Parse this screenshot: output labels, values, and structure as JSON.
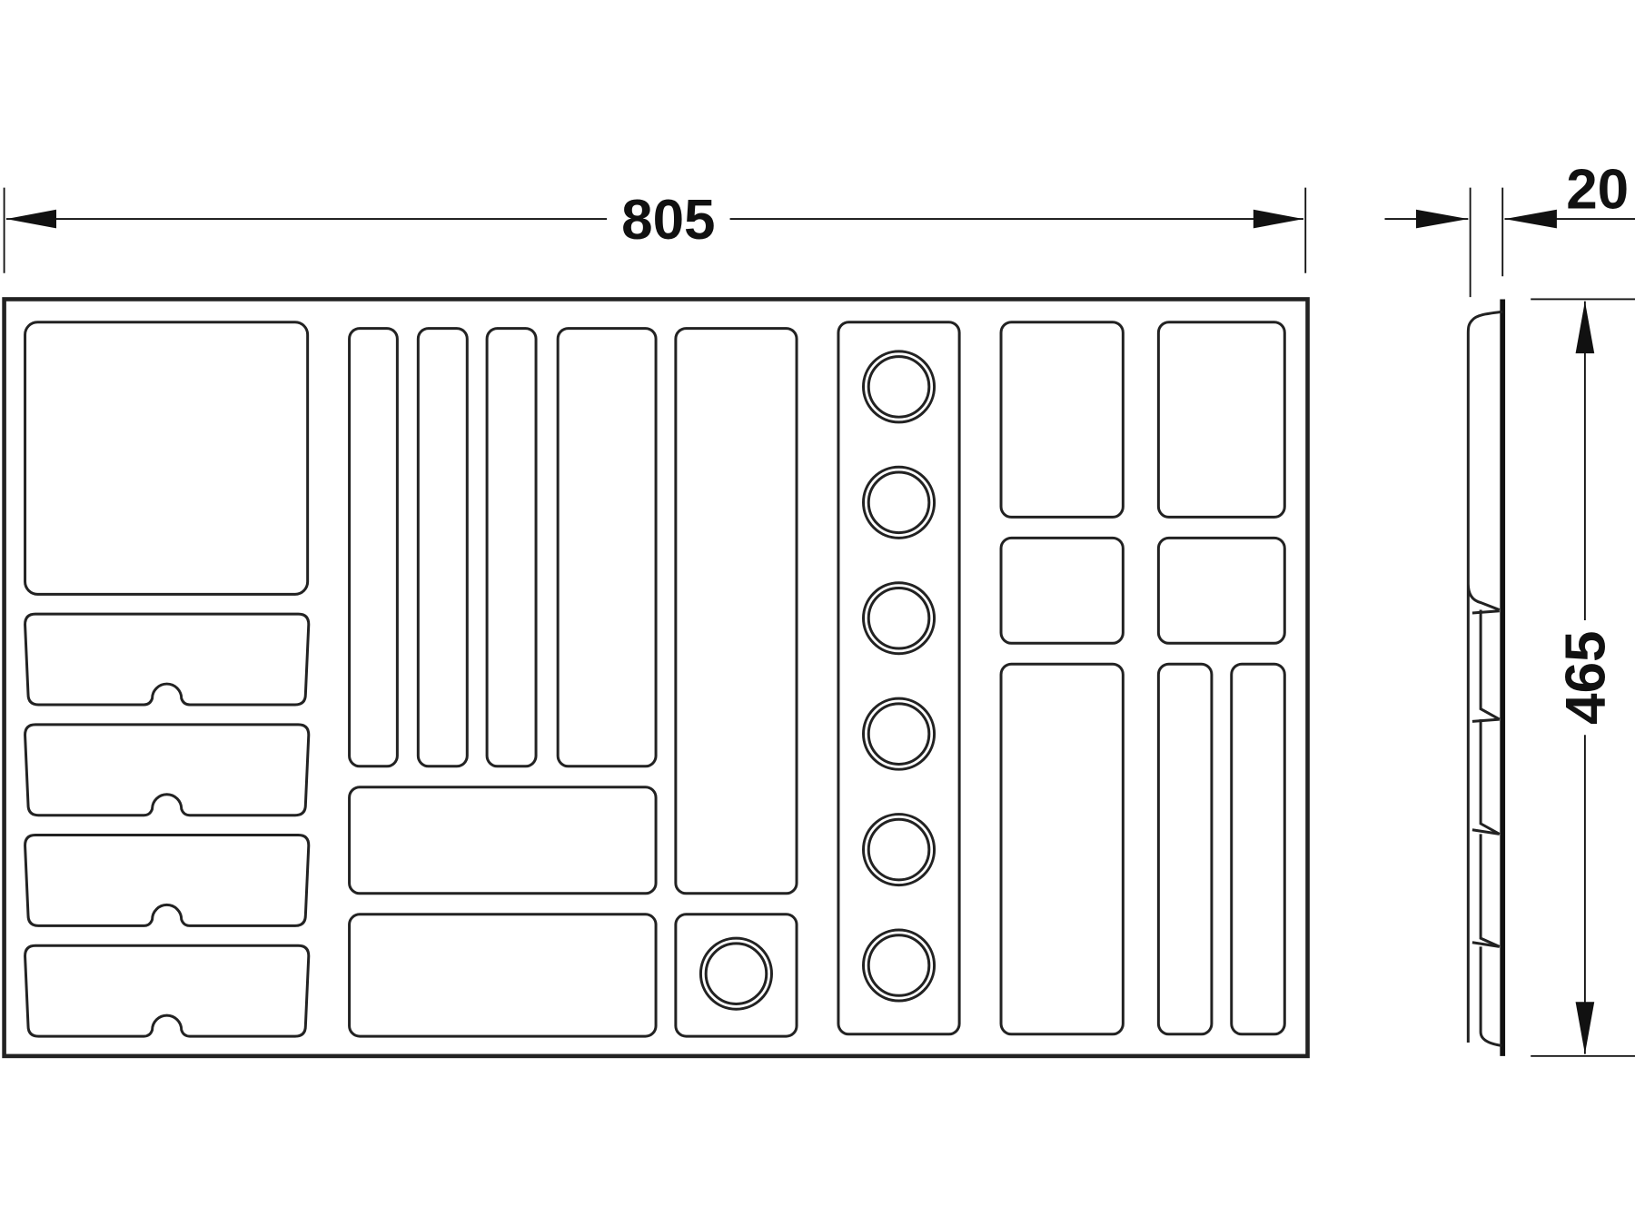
{
  "dimensions": {
    "width": "805",
    "depth": "20",
    "height": "465"
  },
  "colors": {
    "line": "#222222",
    "background": "#ffffff"
  }
}
